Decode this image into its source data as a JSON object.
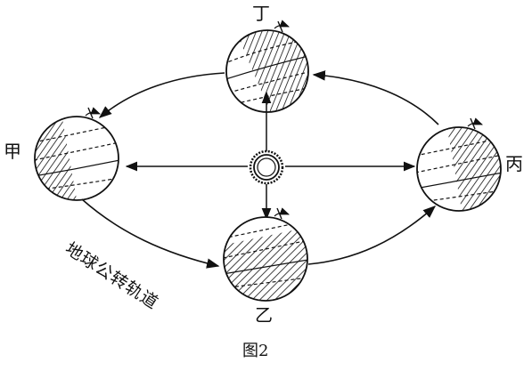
{
  "labels": {
    "ding": "丁",
    "jia": "甲",
    "bing": "丙",
    "yi": "乙",
    "orbit": "地球公转轨道"
  },
  "caption": "图2",
  "colors": {
    "ink": "#111111",
    "background": "#ffffff"
  }
}
